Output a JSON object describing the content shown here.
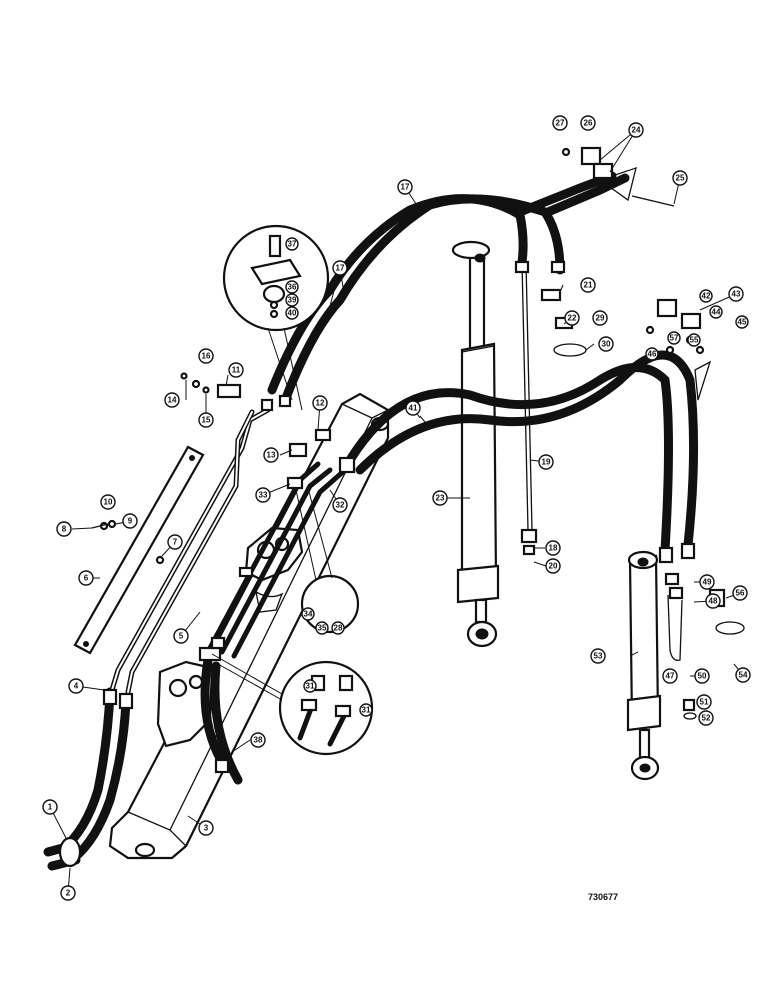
{
  "figure_ref": "730677",
  "callouts": {
    "c1": "1",
    "c2": "2",
    "c3": "3",
    "c4": "4",
    "c5": "5",
    "c6": "6",
    "c7": "7",
    "c8": "8",
    "c9": "9",
    "c10": "10",
    "c11": "11",
    "c12": "12",
    "c13": "13",
    "c14": "14",
    "c15": "15",
    "c16": "16",
    "c17a": "17",
    "c17b": "17",
    "c18": "18",
    "c19": "19",
    "c20": "20",
    "c21": "21",
    "c22": "22",
    "c23": "23",
    "c24": "24",
    "c25": "25",
    "c26": "26",
    "c27": "27",
    "c28": "28",
    "c29": "29",
    "c30": "30",
    "c31a": "31",
    "c31b": "31",
    "c32": "32",
    "c33": "33",
    "c34": "34",
    "c35": "35",
    "c36": "36",
    "c37": "37",
    "c38": "38",
    "c39": "39",
    "c40": "40",
    "c41": "41",
    "c42": "42",
    "c43": "43",
    "c44": "44",
    "c45": "45",
    "c46": "46",
    "c47": "47",
    "c48": "48",
    "c49": "49",
    "c50": "50",
    "c51": "51",
    "c52": "52",
    "c53": "53",
    "c54": "54",
    "c55": "55",
    "c56": "56",
    "c57": "57"
  }
}
